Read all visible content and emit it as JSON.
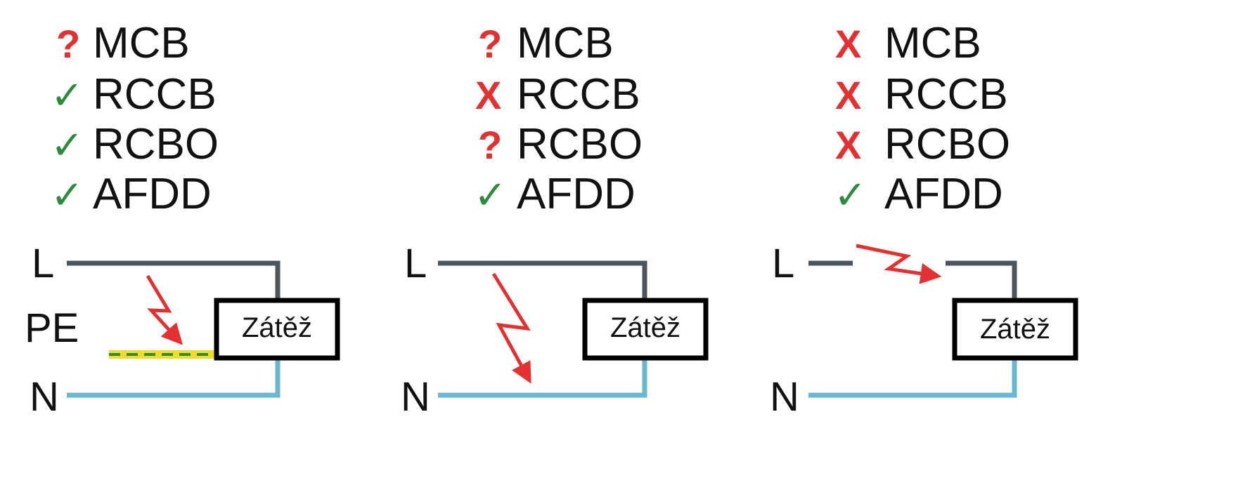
{
  "colors": {
    "ok": "#2e8b3a",
    "fail": "#e33030",
    "unknown": "#e33030",
    "line_wire": "#4a5560",
    "neutral_wire": "#6ab7d0",
    "pe_green": "#2e8b3a",
    "pe_yellow": "#f2dc2a",
    "fault_arrow": "#e33030",
    "box": "#000000"
  },
  "icons": {
    "ok": "check-mark-icon",
    "fail": "cross-icon",
    "unknown": "question-icon"
  },
  "scenarios": [
    {
      "devices": [
        {
          "label": "MCB",
          "status": "unknown",
          "mark": "?"
        },
        {
          "label": "RCCB",
          "status": "ok",
          "mark": "✓"
        },
        {
          "label": "RCBO",
          "status": "ok",
          "mark": "✓"
        },
        {
          "label": "AFDD",
          "status": "ok",
          "mark": "✓"
        }
      ],
      "wires": {
        "line": "L",
        "pe": "PE",
        "neutral": "N"
      },
      "load": "Zátěž"
    },
    {
      "devices": [
        {
          "label": "MCB",
          "status": "unknown",
          "mark": "?"
        },
        {
          "label": "RCCB",
          "status": "fail",
          "mark": "X"
        },
        {
          "label": "RCBO",
          "status": "unknown",
          "mark": "?"
        },
        {
          "label": "AFDD",
          "status": "ok",
          "mark": "✓"
        }
      ],
      "wires": {
        "line": "L",
        "neutral": "N"
      },
      "load": "Zátěž"
    },
    {
      "devices": [
        {
          "label": "MCB",
          "status": "fail",
          "mark": "X"
        },
        {
          "label": "RCCB",
          "status": "fail",
          "mark": "X"
        },
        {
          "label": "RCBO",
          "status": "fail",
          "mark": "X"
        },
        {
          "label": "AFDD",
          "status": "ok",
          "mark": "✓"
        }
      ],
      "wires": {
        "line": "L",
        "neutral": "N"
      },
      "load": "Zátěž"
    }
  ]
}
